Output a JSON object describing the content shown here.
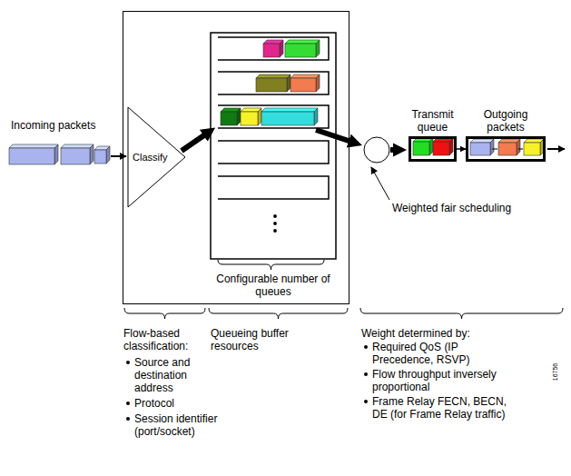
{
  "diagram": {
    "nodes": [
      {
        "text": [
          "Configurable number of queues"
        ]
      },
      {
        "text": [
          "Classify"
        ],
        "in": 0
      },
      {
        "text": [
          "Transmit queue"
        ]
      },
      {
        "text": [
          "Outgoing packets"
        ]
      }
    ],
    "edges": [
      {
        "from": 2,
        "to": 3,
        "arrow": "to"
      }
    ],
    "labels": [
      "Incoming packets",
      "Weighted fair scheduling",
      "Flow-based classification:",
      "Source and destination address",
      "Protocol",
      "Session identifier (port/socket)",
      "Queueing buffer resources",
      "Weight determined by:",
      "Required QoS (IP Precedence, RSVP)",
      "Flow throughput inversely proportional",
      "Frame Relay FECN, BECN, DE (for Frame Relay traffic)",
      "16756"
    ]
  }
}
